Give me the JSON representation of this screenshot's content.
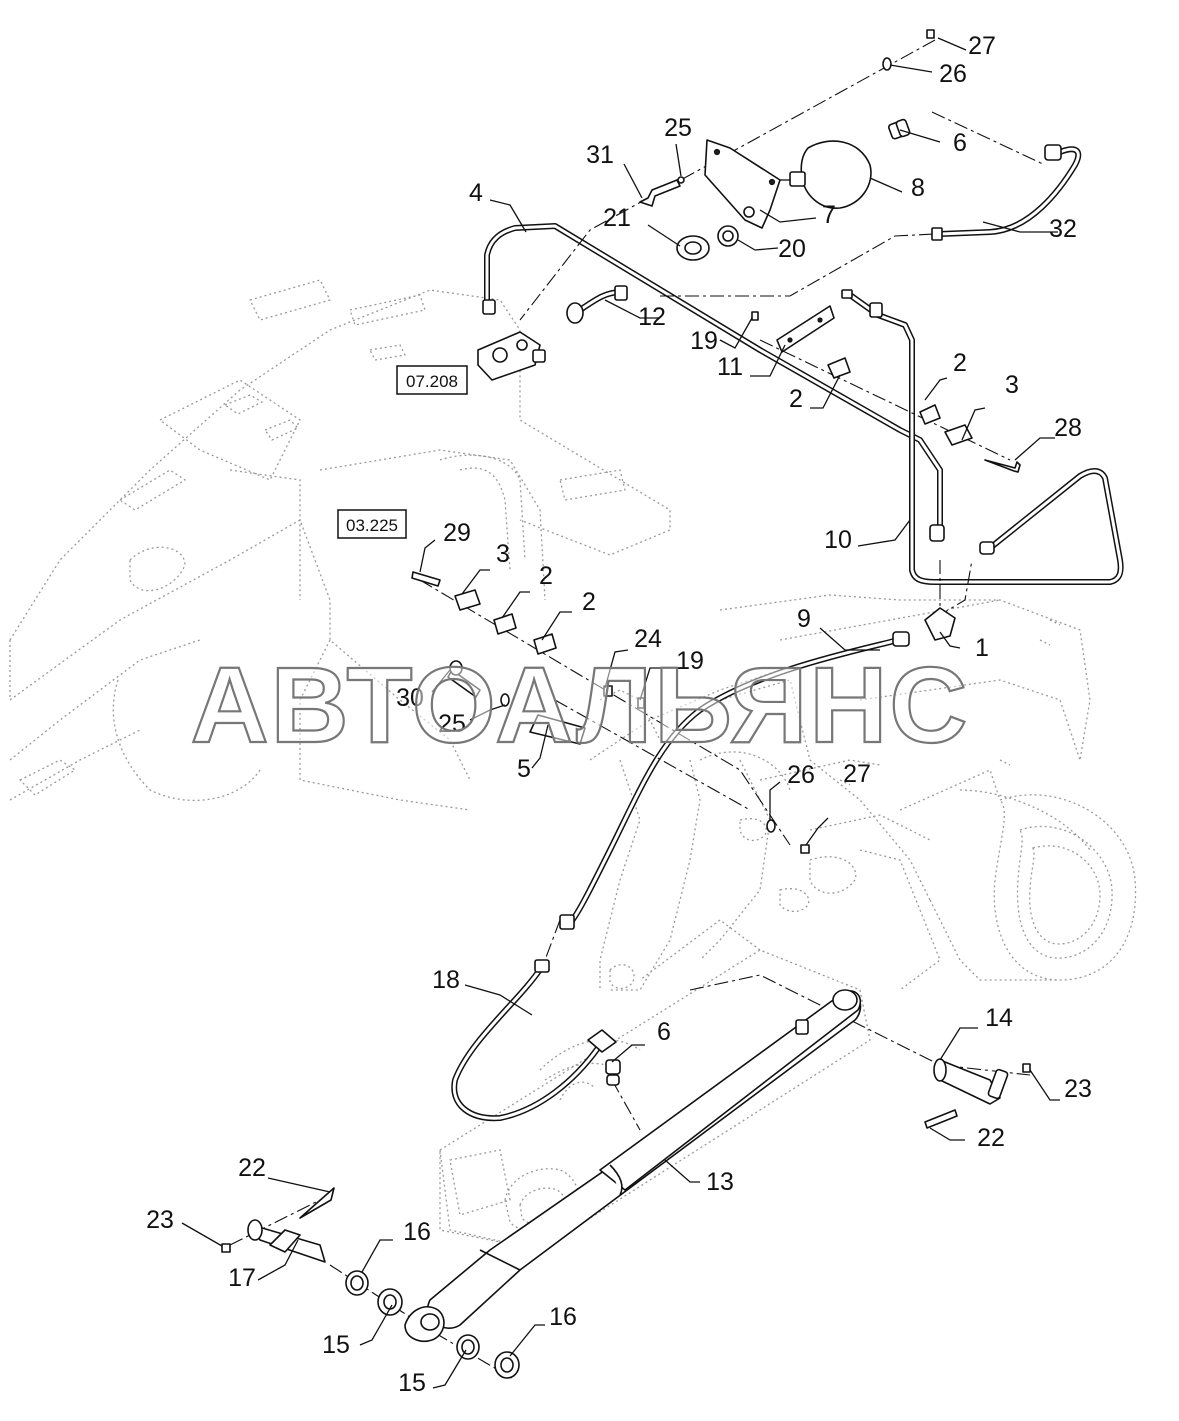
{
  "watermark": "АВТОАЛЬЯНС",
  "references": {
    "ref_07208": "07.208",
    "ref_03225": "03.225"
  },
  "callouts": [
    {
      "id": "c27a",
      "label": "27"
    },
    {
      "id": "c26a",
      "label": "26"
    },
    {
      "id": "c25a",
      "label": "25"
    },
    {
      "id": "c31",
      "label": "31"
    },
    {
      "id": "c6a",
      "label": "6"
    },
    {
      "id": "c8",
      "label": "8"
    },
    {
      "id": "c4",
      "label": "4"
    },
    {
      "id": "c7",
      "label": "7"
    },
    {
      "id": "c21",
      "label": "21"
    },
    {
      "id": "c20",
      "label": "20"
    },
    {
      "id": "c32",
      "label": "32"
    },
    {
      "id": "c12",
      "label": "12"
    },
    {
      "id": "c19a",
      "label": "19"
    },
    {
      "id": "c11",
      "label": "11"
    },
    {
      "id": "c2a",
      "label": "2"
    },
    {
      "id": "c2b",
      "label": "2"
    },
    {
      "id": "c3a",
      "label": "3"
    },
    {
      "id": "c28",
      "label": "28"
    },
    {
      "id": "c10",
      "label": "10"
    },
    {
      "id": "c29",
      "label": "29"
    },
    {
      "id": "c3b",
      "label": "3"
    },
    {
      "id": "c2c",
      "label": "2"
    },
    {
      "id": "c2d",
      "label": "2"
    },
    {
      "id": "c9",
      "label": "9"
    },
    {
      "id": "c1",
      "label": "1"
    },
    {
      "id": "c24",
      "label": "24"
    },
    {
      "id": "c19b",
      "label": "19"
    },
    {
      "id": "c30",
      "label": "30"
    },
    {
      "id": "c25b",
      "label": "25"
    },
    {
      "id": "c5",
      "label": "5"
    },
    {
      "id": "c26b",
      "label": "26"
    },
    {
      "id": "c27b",
      "label": "27"
    },
    {
      "id": "c18",
      "label": "18"
    },
    {
      "id": "c6b",
      "label": "6"
    },
    {
      "id": "c14",
      "label": "14"
    },
    {
      "id": "c23a",
      "label": "23"
    },
    {
      "id": "c22a",
      "label": "22"
    },
    {
      "id": "c13",
      "label": "13"
    },
    {
      "id": "c22b",
      "label": "22"
    },
    {
      "id": "c23b",
      "label": "23"
    },
    {
      "id": "c16a",
      "label": "16"
    },
    {
      "id": "c17",
      "label": "17"
    },
    {
      "id": "c15a",
      "label": "15"
    },
    {
      "id": "c16b",
      "label": "16"
    },
    {
      "id": "c15b",
      "label": "15"
    }
  ]
}
